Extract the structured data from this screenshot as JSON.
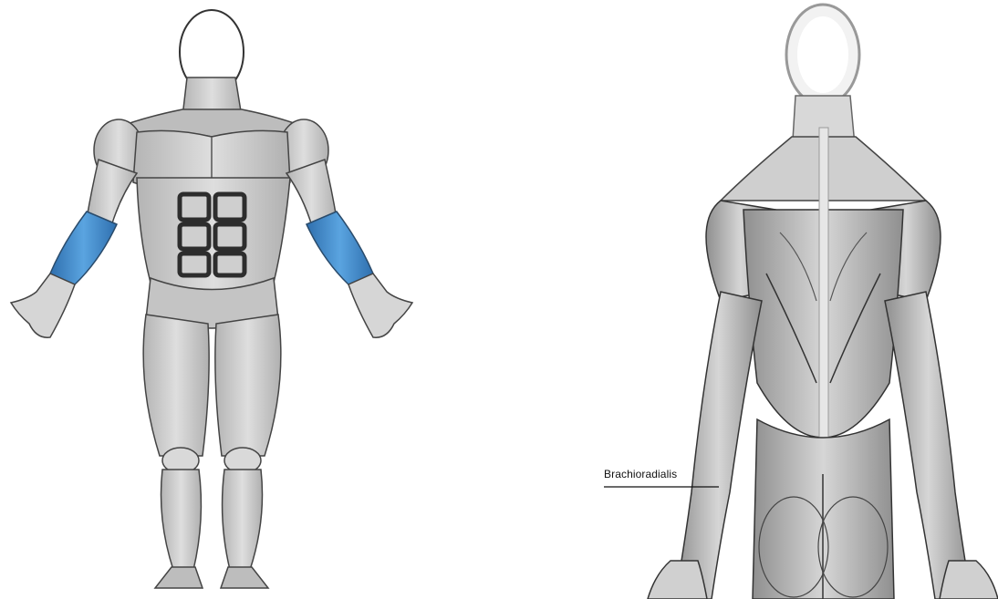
{
  "figures": {
    "front": {
      "view": "anterior",
      "highlighted_muscle_color": "#3d86c9"
    },
    "back": {
      "view": "posterior",
      "annotation": "Brachioradialis"
    }
  },
  "colors": {
    "muscle_fill": "#c9c9c9",
    "muscle_shade": "#9c9c9c",
    "outline": "#2b2b2b",
    "highlight": "#3d86c9",
    "background": "#ffffff"
  }
}
